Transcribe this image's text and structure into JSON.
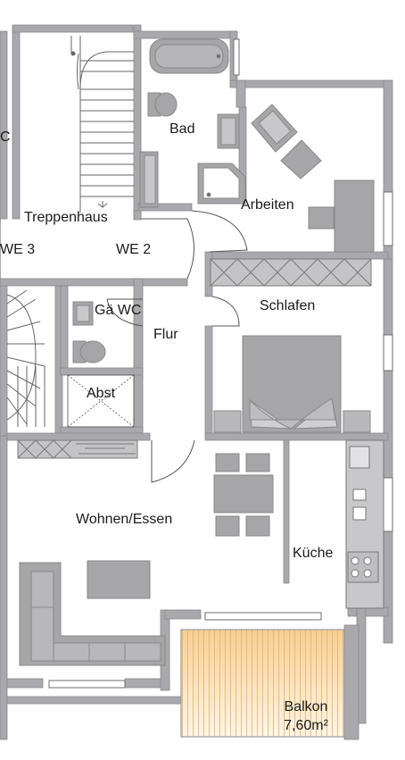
{
  "rooms": {
    "bad": "Bad",
    "treppenhaus": "Treppenhaus",
    "we3": "WE 3",
    "we2": "WE 2",
    "arbeiten": "Arbeiten",
    "schlafen": "Schlafen",
    "gaeste_wc": "Gä WC",
    "flur": "Flur",
    "abst": "Abst",
    "wohnen_essen": "Wohnen/Essen",
    "kueche": "Küche",
    "balkon": "Balkon",
    "balkon_area": "7,60m²",
    "left_cut": "C"
  },
  "colors": {
    "wall": "#a9a9ad",
    "wall_edge": "#8a8a8e",
    "furniture": "#a6a6a9",
    "furniture_dark": "#8f8f93",
    "line": "#555555",
    "balkon_top": "#f7cf93",
    "balkon_bottom": "#fff3e0"
  }
}
